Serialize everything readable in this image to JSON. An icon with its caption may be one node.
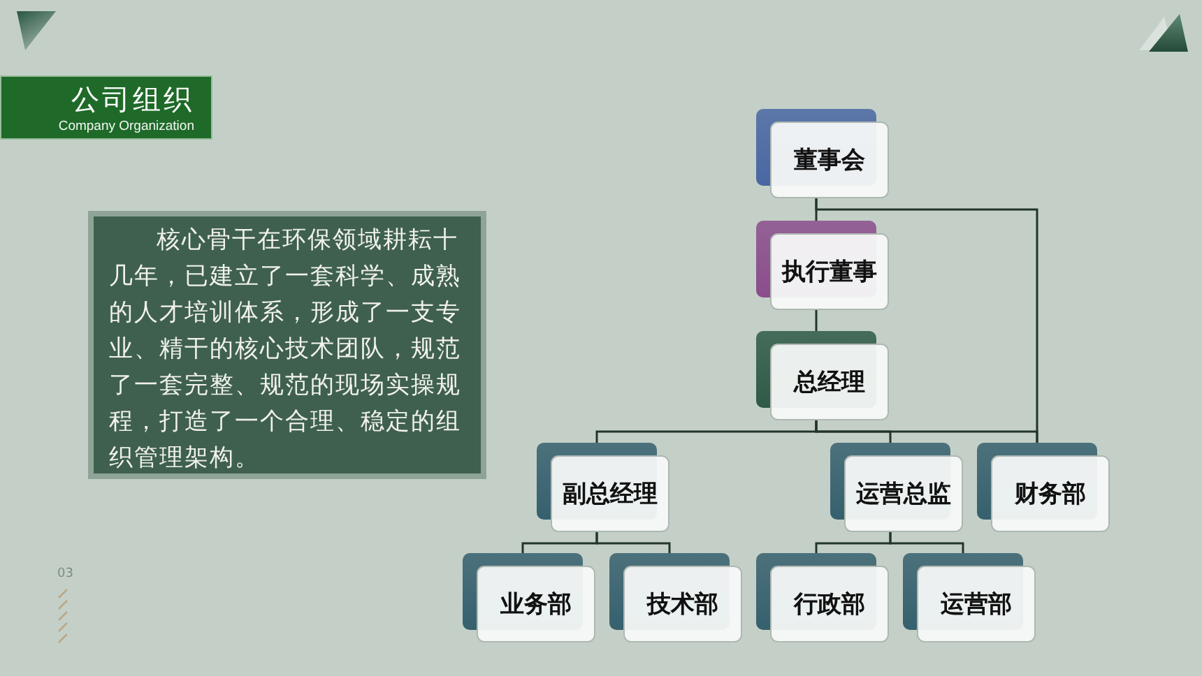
{
  "diagram": {
    "nodes": [
      {
        "text": [
          "公司组织",
          "Company Organization"
        ]
      },
      {
        "text": [
          "核心骨干在环保领域耕耘十几年，已建立了一套科学、成熟的人才培训体系，形成了一支专业、精干的核心技术团队，规范了一套完整、规范的现场实操规程，打造了一个合理、稳定的组织管理架构。"
        ]
      },
      {
        "text": [
          "董事会"
        ]
      },
      {
        "text": [
          "执行董事"
        ]
      },
      {
        "text": [
          "总经理"
        ]
      },
      {
        "text": [
          "副总经理"
        ]
      },
      {
        "text": [
          "运营总监"
        ]
      },
      {
        "text": [
          "财务部"
        ]
      },
      {
        "text": [
          "业务部"
        ]
      },
      {
        "text": [
          "技术部"
        ]
      },
      {
        "text": [
          "行政部"
        ]
      },
      {
        "text": [
          "运营部"
        ]
      }
    ],
    "edges": [
      {
        "from": 2,
        "to": 3,
        "arrow": "none"
      },
      {
        "from": 3,
        "to": 4,
        "arrow": "none"
      },
      {
        "from": 4,
        "to": 5,
        "arrow": "none"
      },
      {
        "from": 4,
        "to": 6,
        "arrow": "none"
      },
      {
        "from": 4,
        "to": 7,
        "arrow": "none"
      },
      {
        "from": 2,
        "to": 7,
        "arrow": "none"
      },
      {
        "from": 5,
        "to": 8,
        "arrow": "none"
      },
      {
        "from": 5,
        "to": 9,
        "arrow": "none"
      },
      {
        "from": 6,
        "to": 10,
        "arrow": "none"
      },
      {
        "from": 6,
        "to": 11,
        "arrow": "none"
      }
    ],
    "labels": [
      "03"
    ]
  }
}
